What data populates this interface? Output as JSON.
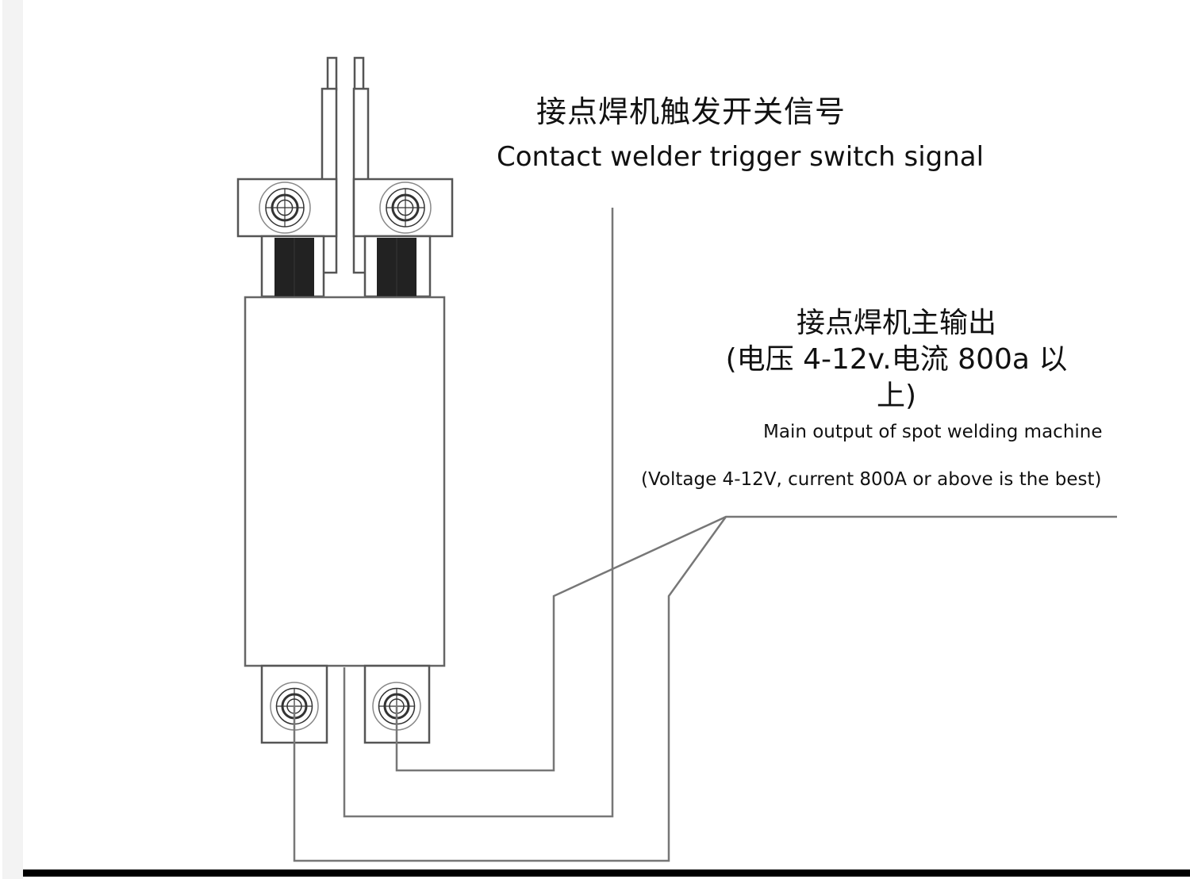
{
  "trigger_signal": {
    "label_zh": "接点焊机触发开关信号",
    "label_en": "Contact welder trigger switch signal"
  },
  "main_output": {
    "label_zh_line1": "接点焊机主输出",
    "label_zh_line2": "(电压 4-12v.电流 800a 以",
    "label_zh_line3": "上)",
    "label_en": "Main output of spot welding machine",
    "spec_en": "(Voltage 4-12V, current 800A or above is the best)"
  },
  "components": {
    "upper_terminals": [
      "terminal-top-left",
      "terminal-top-right"
    ],
    "lower_terminals": [
      "terminal-bottom-left",
      "terminal-bottom-right"
    ],
    "trigger_leads": 2,
    "body": "welder-body"
  }
}
